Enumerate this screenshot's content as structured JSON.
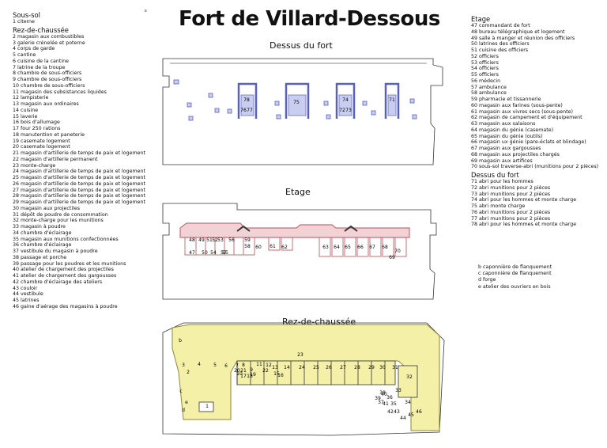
{
  "title": "Fort de Villard-Dessous",
  "corner_mark": "s",
  "legend_left": [
    {
      "type": "section",
      "text": "Sous-sol"
    },
    {
      "type": "item",
      "text": "1 citerne"
    },
    {
      "type": "section",
      "text": "Rez-de-chaussée"
    },
    {
      "type": "item",
      "text": "2 magasin aux combustibles"
    },
    {
      "type": "item",
      "text": "3 galerie crénelée et poterne"
    },
    {
      "type": "item",
      "text": "4 corps de garde"
    },
    {
      "type": "item",
      "text": "5 cantine"
    },
    {
      "type": "item",
      "text": "6 cuisine de la cantine"
    },
    {
      "type": "item",
      "text": "7 latrine de la troupe"
    },
    {
      "type": "item",
      "text": "8 chambre de sous-officiers"
    },
    {
      "type": "item",
      "text": "9 chambre de sous-officiers"
    },
    {
      "type": "item",
      "text": "10 chambre de sous-officiers"
    },
    {
      "type": "item",
      "text": "11 magasin des subsistances liquides"
    },
    {
      "type": "item",
      "text": "12 lampisterie"
    },
    {
      "type": "item",
      "text": "13 magasin aux ordinaires"
    },
    {
      "type": "item",
      "text": "14 cuisine"
    },
    {
      "type": "item",
      "text": "15 laverie"
    },
    {
      "type": "item",
      "text": "16 bois d'allumage"
    },
    {
      "type": "item",
      "text": "17 four 250 rations"
    },
    {
      "type": "item",
      "text": "18 manutention et paneterie"
    },
    {
      "type": "item",
      "text": "19 casemate logement"
    },
    {
      "type": "item",
      "text": "20 casemate logement"
    },
    {
      "type": "item",
      "text": "21 magasin d'artillerie de temps de paix et logement"
    },
    {
      "type": "item",
      "text": "22 magasin d'artillerie permanent"
    },
    {
      "type": "item",
      "text": "23 monte-charge"
    },
    {
      "type": "item",
      "text": "24 magasin d'artillerie de temps de paix et logement"
    },
    {
      "type": "item",
      "text": "25 magasin d'artillerie de temps de paix et logement"
    },
    {
      "type": "item",
      "text": "26 magasin d'artillerie de temps de paix et logement"
    },
    {
      "type": "item",
      "text": "27 magasin d'artillerie de temps de paix et logement"
    },
    {
      "type": "item",
      "text": "28 magasin d'artillerie de temps de paix et logement"
    },
    {
      "type": "item",
      "text": "29 magasin d'artillerie de temps de paix et logement"
    },
    {
      "type": "item",
      "text": "30 magasin aux projectiles"
    },
    {
      "type": "item",
      "text": "31 dépôt de poudre de consommation"
    },
    {
      "type": "item",
      "text": "32 monte-charge pour les munitions"
    },
    {
      "type": "item",
      "text": "33 magasin à poudre"
    },
    {
      "type": "item",
      "text": "34 chambre d'éclairage"
    },
    {
      "type": "item",
      "text": "35 magasin aux munitions confectionnées"
    },
    {
      "type": "item",
      "text": "36 chambre d'éclairage"
    },
    {
      "type": "item",
      "text": "37 vestibule du magasin à poudre"
    },
    {
      "type": "item",
      "text": "38 passage et porche"
    },
    {
      "type": "item",
      "text": "39 passage pour les poudres et les munitions"
    },
    {
      "type": "item",
      "text": "40 atelier de chargement des projectiles"
    },
    {
      "type": "item",
      "text": "41 atelier de chargement des gargousses"
    },
    {
      "type": "item",
      "text": "42 chambre d'éclairage des ateliers"
    },
    {
      "type": "item",
      "text": "43 couloir"
    },
    {
      "type": "item",
      "text": "44 vestibule"
    },
    {
      "type": "item",
      "text": "45 latrines"
    },
    {
      "type": "item",
      "text": "46 gaine d'aérage des magasins à poudre"
    }
  ],
  "legend_right": [
    {
      "type": "section",
      "text": "Etage"
    },
    {
      "type": "item",
      "text": "47 commandant de fort"
    },
    {
      "type": "item",
      "text": "48 bureau télégraphique et logement"
    },
    {
      "type": "item",
      "text": "49 salle à manger et réunion des officiers"
    },
    {
      "type": "item",
      "text": "50 latrines des officiers"
    },
    {
      "type": "item",
      "text": "51 cuisine des officiers"
    },
    {
      "type": "item",
      "text": "52 officiers"
    },
    {
      "type": "item",
      "text": "53 officiers"
    },
    {
      "type": "item",
      "text": "54 officiers"
    },
    {
      "type": "item",
      "text": "55 officiers"
    },
    {
      "type": "item",
      "text": "56 médecin"
    },
    {
      "type": "item",
      "text": "57 ambulance"
    },
    {
      "type": "item",
      "text": "58 ambulance"
    },
    {
      "type": "item",
      "text": "59 pharmacie et tissannerie"
    },
    {
      "type": "item",
      "text": "60 magasin aux farines (sous-pente)"
    },
    {
      "type": "item",
      "text": "61 magasin aux vivres secs (sous-pente)"
    },
    {
      "type": "item",
      "text": "62 magasin de campement et d'équipement"
    },
    {
      "type": "item",
      "text": "63 magasin aux salaisons"
    },
    {
      "type": "item",
      "text": "64 magasin du génie (casemate)"
    },
    {
      "type": "item",
      "text": "65 magasin du génie (outils)"
    },
    {
      "type": "item",
      "text": "66 magasin ux génie (pare-éclats et blindage)"
    },
    {
      "type": "item",
      "text": "67 magasin aux gargousses"
    },
    {
      "type": "item",
      "text": "68 magasin aux projectiles chargés"
    },
    {
      "type": "item",
      "text": "69 magasin aux artifices"
    },
    {
      "type": "item",
      "text": "70 sous-sol traverse-abri (munitions pour 2 pièces)"
    },
    {
      "type": "section",
      "text": "Dessus du fort"
    },
    {
      "type": "item",
      "text": "71 abri pour les hommes"
    },
    {
      "type": "item",
      "text": "72 abri munitions pour 2 pièces"
    },
    {
      "type": "item",
      "text": "73 abri munitions pour 2 pièces"
    },
    {
      "type": "item",
      "text": "74 abri pour les hommes et monte charge"
    },
    {
      "type": "item",
      "text": "75 abri monte charge"
    },
    {
      "type": "item",
      "text": "76 abri munitions pour 2 pièces"
    },
    {
      "type": "item",
      "text": "77 abri munitions pour 2 pièces"
    },
    {
      "type": "item",
      "text": "78 abri pour les hommes et monte charge"
    }
  ],
  "legend_letters": [
    "b caponnière de flanquement",
    "c caponnière de flanquement",
    "d forge",
    "e atelier des ouvriers en bois"
  ],
  "plans": {
    "top": {
      "title": "Dessus du fort",
      "color": "#5a62b8",
      "fill": "#c9cdf0",
      "labels": [
        "78",
        "77",
        "76",
        "75",
        "74",
        "73",
        "72",
        "71"
      ]
    },
    "middle": {
      "title": "Etage",
      "color": "#c0707a",
      "fill": "#f3d2d6",
      "labels": [
        "47",
        "48",
        "49",
        "50",
        "51",
        "52",
        "53",
        "54",
        "55",
        "56",
        "57",
        "58",
        "59",
        "60",
        "61",
        "62",
        "63",
        "64",
        "65",
        "66",
        "67",
        "68",
        "69",
        "70"
      ]
    },
    "bottom": {
      "title": "Rez-de-chaussée",
      "color": "#8a8a3a",
      "fill": "#f4f0a8",
      "labels": [
        "2",
        "3",
        "4",
        "5",
        "6",
        "7",
        "8",
        "9",
        "10",
        "11",
        "12",
        "13",
        "14",
        "15",
        "16",
        "17",
        "18",
        "19",
        "20",
        "21",
        "22",
        "23",
        "24",
        "25",
        "26",
        "27",
        "28",
        "29",
        "30",
        "31",
        "32",
        "33",
        "34",
        "35",
        "36",
        "37",
        "38",
        "39",
        "40",
        "41",
        "42",
        "43",
        "44",
        "45",
        "46",
        "b",
        "c",
        "d",
        "e",
        "1"
      ]
    }
  }
}
